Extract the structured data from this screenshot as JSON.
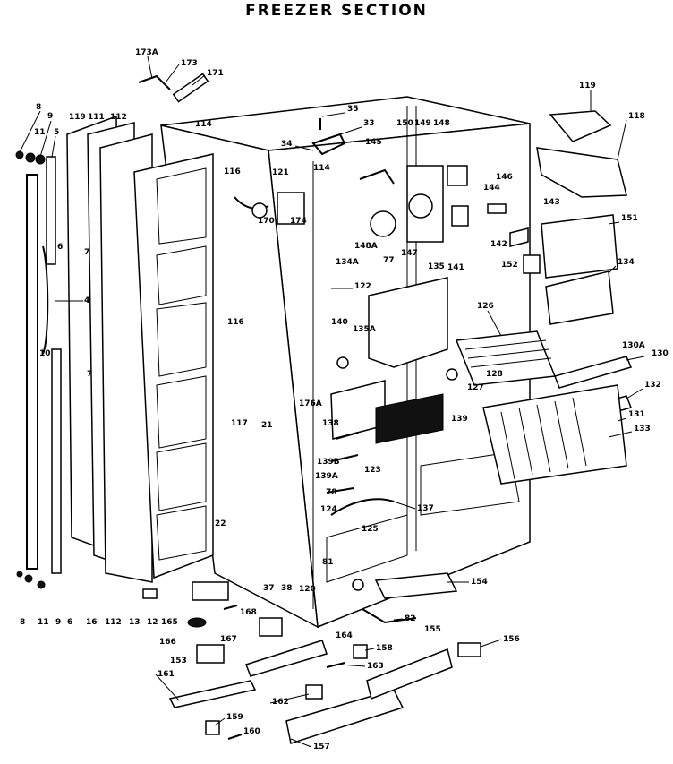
{
  "title": "FREEZER SECTION",
  "labels": {
    "l173a": "173A",
    "l173": "173",
    "l171": "171",
    "l8a": "8",
    "l9a": "9",
    "l11a": "11",
    "l5": "5",
    "l119a": "119",
    "l111a": "111",
    "l112a": "112",
    "l114a": "114",
    "l116a": "116",
    "l7a": "7",
    "l4": "4",
    "l10": "10",
    "l7b": "7",
    "l6a": "6",
    "l35": "35",
    "l33": "33",
    "l34": "34",
    "l121": "121",
    "l145": "145",
    "l150": "150",
    "l149": "149",
    "l148": "148",
    "l146": "146",
    "l144": "144",
    "l143": "143",
    "l119b": "119",
    "l118": "118",
    "l151": "151",
    "l170": "170",
    "l174": "174",
    "l114b": "114",
    "l134a": "134A",
    "l148a": "148A",
    "l77": "77",
    "l147": "147",
    "l141": "141",
    "l142": "142",
    "l152": "152",
    "l134": "134",
    "l116b": "116",
    "l122": "122",
    "l135": "135",
    "l126": "126",
    "l140": "140",
    "l135a": "135A",
    "l128": "128",
    "l127": "127",
    "l130a": "130A",
    "l130b": "130",
    "l176a": "176A",
    "l132": "132",
    "l138": "138",
    "l139": "139",
    "l131": "131",
    "l133": "133",
    "l117": "117",
    "l21": "21",
    "l139b": "139B",
    "l139a": "139A",
    "l123": "123",
    "l78": "78",
    "l124": "124",
    "l137": "137",
    "l22": "22",
    "l125": "125",
    "l81": "81",
    "l154": "154",
    "l8b": "8",
    "l11b": "11",
    "l9b": "9",
    "l6b": "6",
    "l16": "16",
    "l112b": "112",
    "l13": "13",
    "l12": "12",
    "l165": "165",
    "l168": "168",
    "l37": "37",
    "l38": "38",
    "l120": "120",
    "l82": "82",
    "l166": "166",
    "l167": "167",
    "l164": "164",
    "l158": "158",
    "l155": "155",
    "l156": "156",
    "l153": "153",
    "l163": "163",
    "l161": "161",
    "l162": "162",
    "l159": "159",
    "l160": "160",
    "l157": "157"
  }
}
